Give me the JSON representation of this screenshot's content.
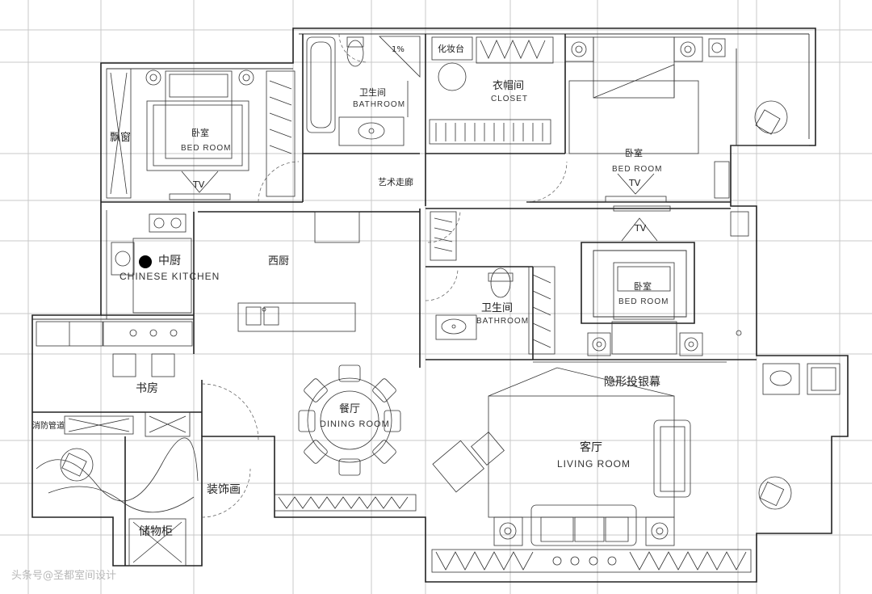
{
  "labels": {
    "bay_window": "飘窗",
    "bedroom1_cn": "卧室",
    "bedroom1_en": "BED ROOM",
    "tv1": "TV",
    "bathroom1_cn": "卫生间",
    "bathroom1_en": "BATHROOM",
    "slope": "1%",
    "dresser": "化妆台",
    "closet_cn": "衣帽间",
    "closet_en": "CLOSET",
    "bedroom2_cn": "卧室",
    "bedroom2_en": "BED ROOM",
    "tv2": "TV",
    "art_corridor": "艺术走廊",
    "chinese_kitchen_cn": "中厨",
    "chinese_kitchen_en": "CHINESE KITCHEN",
    "western_kitchen": "西厨",
    "tv3": "TV",
    "bathroom2_cn": "卫生间",
    "bathroom2_en": "BATHROOM",
    "bedroom3_cn": "卧室",
    "bedroom3_en": "BED ROOM",
    "study": "书房",
    "dining_cn": "餐厅",
    "dining_en": "DINING ROOM",
    "hidden_screen": "隐形投银幕",
    "living_cn": "客厅",
    "living_en": "LIVING ROOM",
    "fire_pipe": "消防管道",
    "decorative_painting": "装饰画",
    "storage_cabinet": "储物柜"
  },
  "watermark": "头条号@圣都室间设计",
  "colors": {
    "line": "#222222",
    "grid": "#c9c9c9",
    "background": "#ffffff"
  }
}
